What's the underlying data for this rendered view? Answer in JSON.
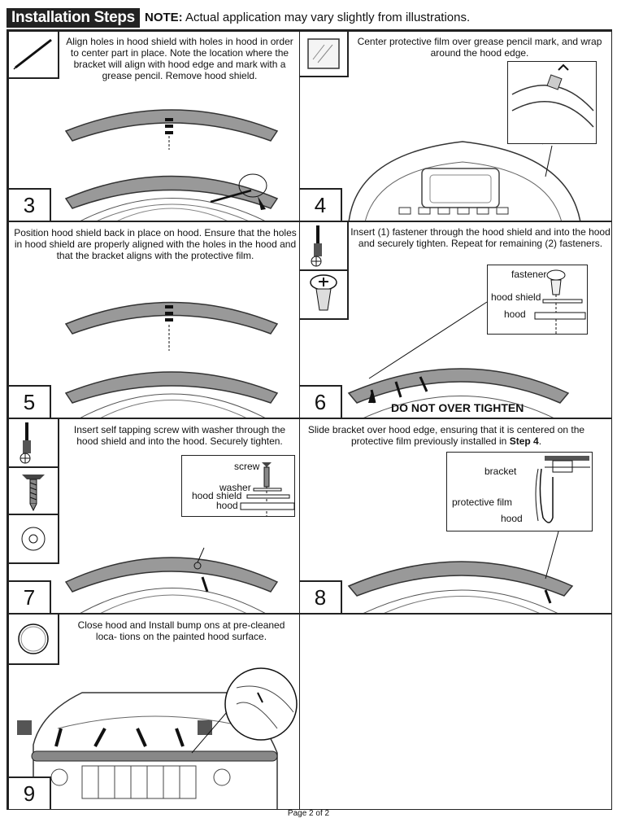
{
  "header": {
    "title": "Installation Steps",
    "note_label": "NOTE:",
    "note_text": " Actual application may vary slightly from illustrations."
  },
  "steps": {
    "s3": {
      "number": "3",
      "icon": "grease-pencil-icon",
      "text": "Align holes in hood shield with holes in hood in order to center part in place. Note the location where the bracket will align with hood edge and mark with a grease pencil. Remove hood shield."
    },
    "s4": {
      "number": "4",
      "icon": "protective-film-icon",
      "text": "Center protective film over grease pencil mark, and wrap around the hood edge."
    },
    "s5": {
      "number": "5",
      "text": "Position hood shield back in place on hood. Ensure that the holes in hood shield are properly aligned with the holes in the hood and that the bracket aligns with the protective film."
    },
    "s6": {
      "number": "6",
      "icons": [
        "screwdriver-icon",
        "fastener-icon"
      ],
      "text": "Insert (1) fastener through the hood shield and into the hood and securely tighten. Repeat for remaining (2) fasteners.",
      "labels": {
        "fastener": "fastener",
        "hood_shield": "hood shield",
        "hood": "hood"
      },
      "warning": "DO NOT OVER TIGHTEN"
    },
    "s7": {
      "number": "7",
      "icons": [
        "screwdriver-icon",
        "screw-icon",
        "washer-icon"
      ],
      "text": "Insert self tapping screw with washer through the hood shield and into the hood. Securely tighten.",
      "labels": {
        "screw": "screw",
        "washer": "washer",
        "hood_shield": "hood shield",
        "hood": "hood"
      }
    },
    "s8": {
      "number": "8",
      "text_a": "Slide bracket over hood edge, ensuring that it is centered on the protective film previously installed in ",
      "text_b": "Step 4",
      "text_c": ".",
      "labels": {
        "bracket": "bracket",
        "protective_film": "protective film",
        "hood": "hood"
      }
    },
    "s9": {
      "number": "9",
      "icon": "bump-on-icon",
      "text": "Close hood and Install bump ons at pre-cleaned loca- tions on the painted hood surface."
    }
  },
  "footer": {
    "text": "Page 2 of 2"
  }
}
